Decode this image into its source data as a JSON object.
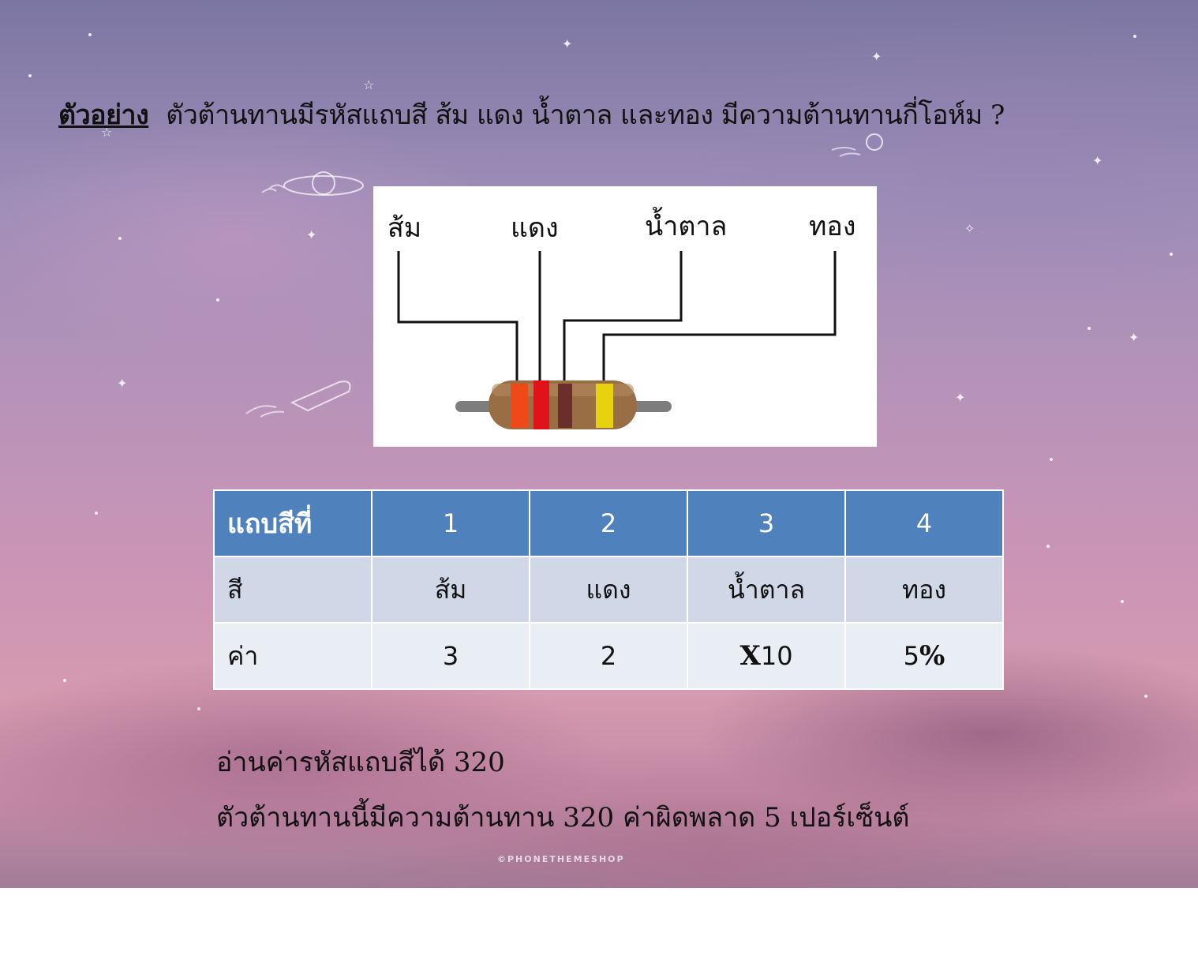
{
  "heading": {
    "label": "ตัวอย่าง",
    "question": "ตัวต้านทานมีรหัสแถบสี ส้ม แดง น้ำตาล และทอง มีความต้านทานกี่โอห์ม ?"
  },
  "figure": {
    "band_labels": [
      "ส้ม",
      "แดง",
      "น้ำตาล",
      "ทอง"
    ],
    "band_colors": [
      "#ee4a17",
      "#e2121a",
      "#6b2f2a",
      "#e8d10f"
    ]
  },
  "table": {
    "header": [
      "แถบสีที่",
      "1",
      "2",
      "3",
      "4"
    ],
    "color_row": [
      "สี",
      "ส้ม",
      "แดง",
      "น้ำตาล",
      "ทอง"
    ],
    "value_row": {
      "label": "ค่า",
      "v1": "3",
      "v2": "2",
      "v3_prefix": "X",
      "v3_suffix": "10",
      "v4_number": "5",
      "v4_symbol": "%"
    },
    "colors": {
      "header": "#4f81bd",
      "row1": "#d0d8e8",
      "row2": "#e9edf4"
    }
  },
  "result": {
    "line1": "อ่านค่ารหัสแถบสีได้ 320",
    "line2": "ตัวต้านทานนี้มีความต้านทาน 320  ค่าผิดพลาด 5 เปอร์เซ็นต์"
  },
  "watermark": "©PHONETHEMESHOP"
}
